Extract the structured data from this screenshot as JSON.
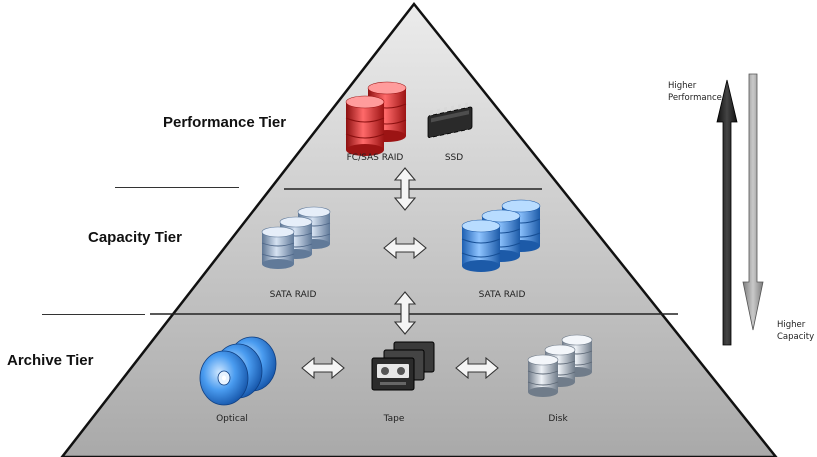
{
  "tiers": {
    "performance": {
      "label": "Performance Tier",
      "devices": [
        {
          "label": "FC/SAS RAID",
          "icon": "red-database-stack-icon",
          "color": "#d62b2b"
        },
        {
          "label": "SSD",
          "icon": "ssd-chip-icon",
          "color": "#222222"
        }
      ]
    },
    "capacity": {
      "label": "Capacity Tier",
      "devices": [
        {
          "label": "SATA RAID",
          "icon": "gray-blue-database-stack-icon",
          "color": "#8fa6c6"
        },
        {
          "label": "SATA RAID",
          "icon": "blue-database-stack-icon",
          "color": "#3a8fe0"
        }
      ]
    },
    "archive": {
      "label": "Archive Tier",
      "devices": [
        {
          "label": "Optical",
          "icon": "optical-discs-icon",
          "color": "#2f7fe0"
        },
        {
          "label": "Tape",
          "icon": "tape-cartridges-icon",
          "color": "#333333"
        },
        {
          "label": "Disk",
          "icon": "gray-database-stack-icon",
          "color": "#b8c0cc"
        }
      ]
    }
  },
  "axis": {
    "performance_label": "Higher\nPerformance",
    "capacity_label": "Higher\nCapacity"
  }
}
